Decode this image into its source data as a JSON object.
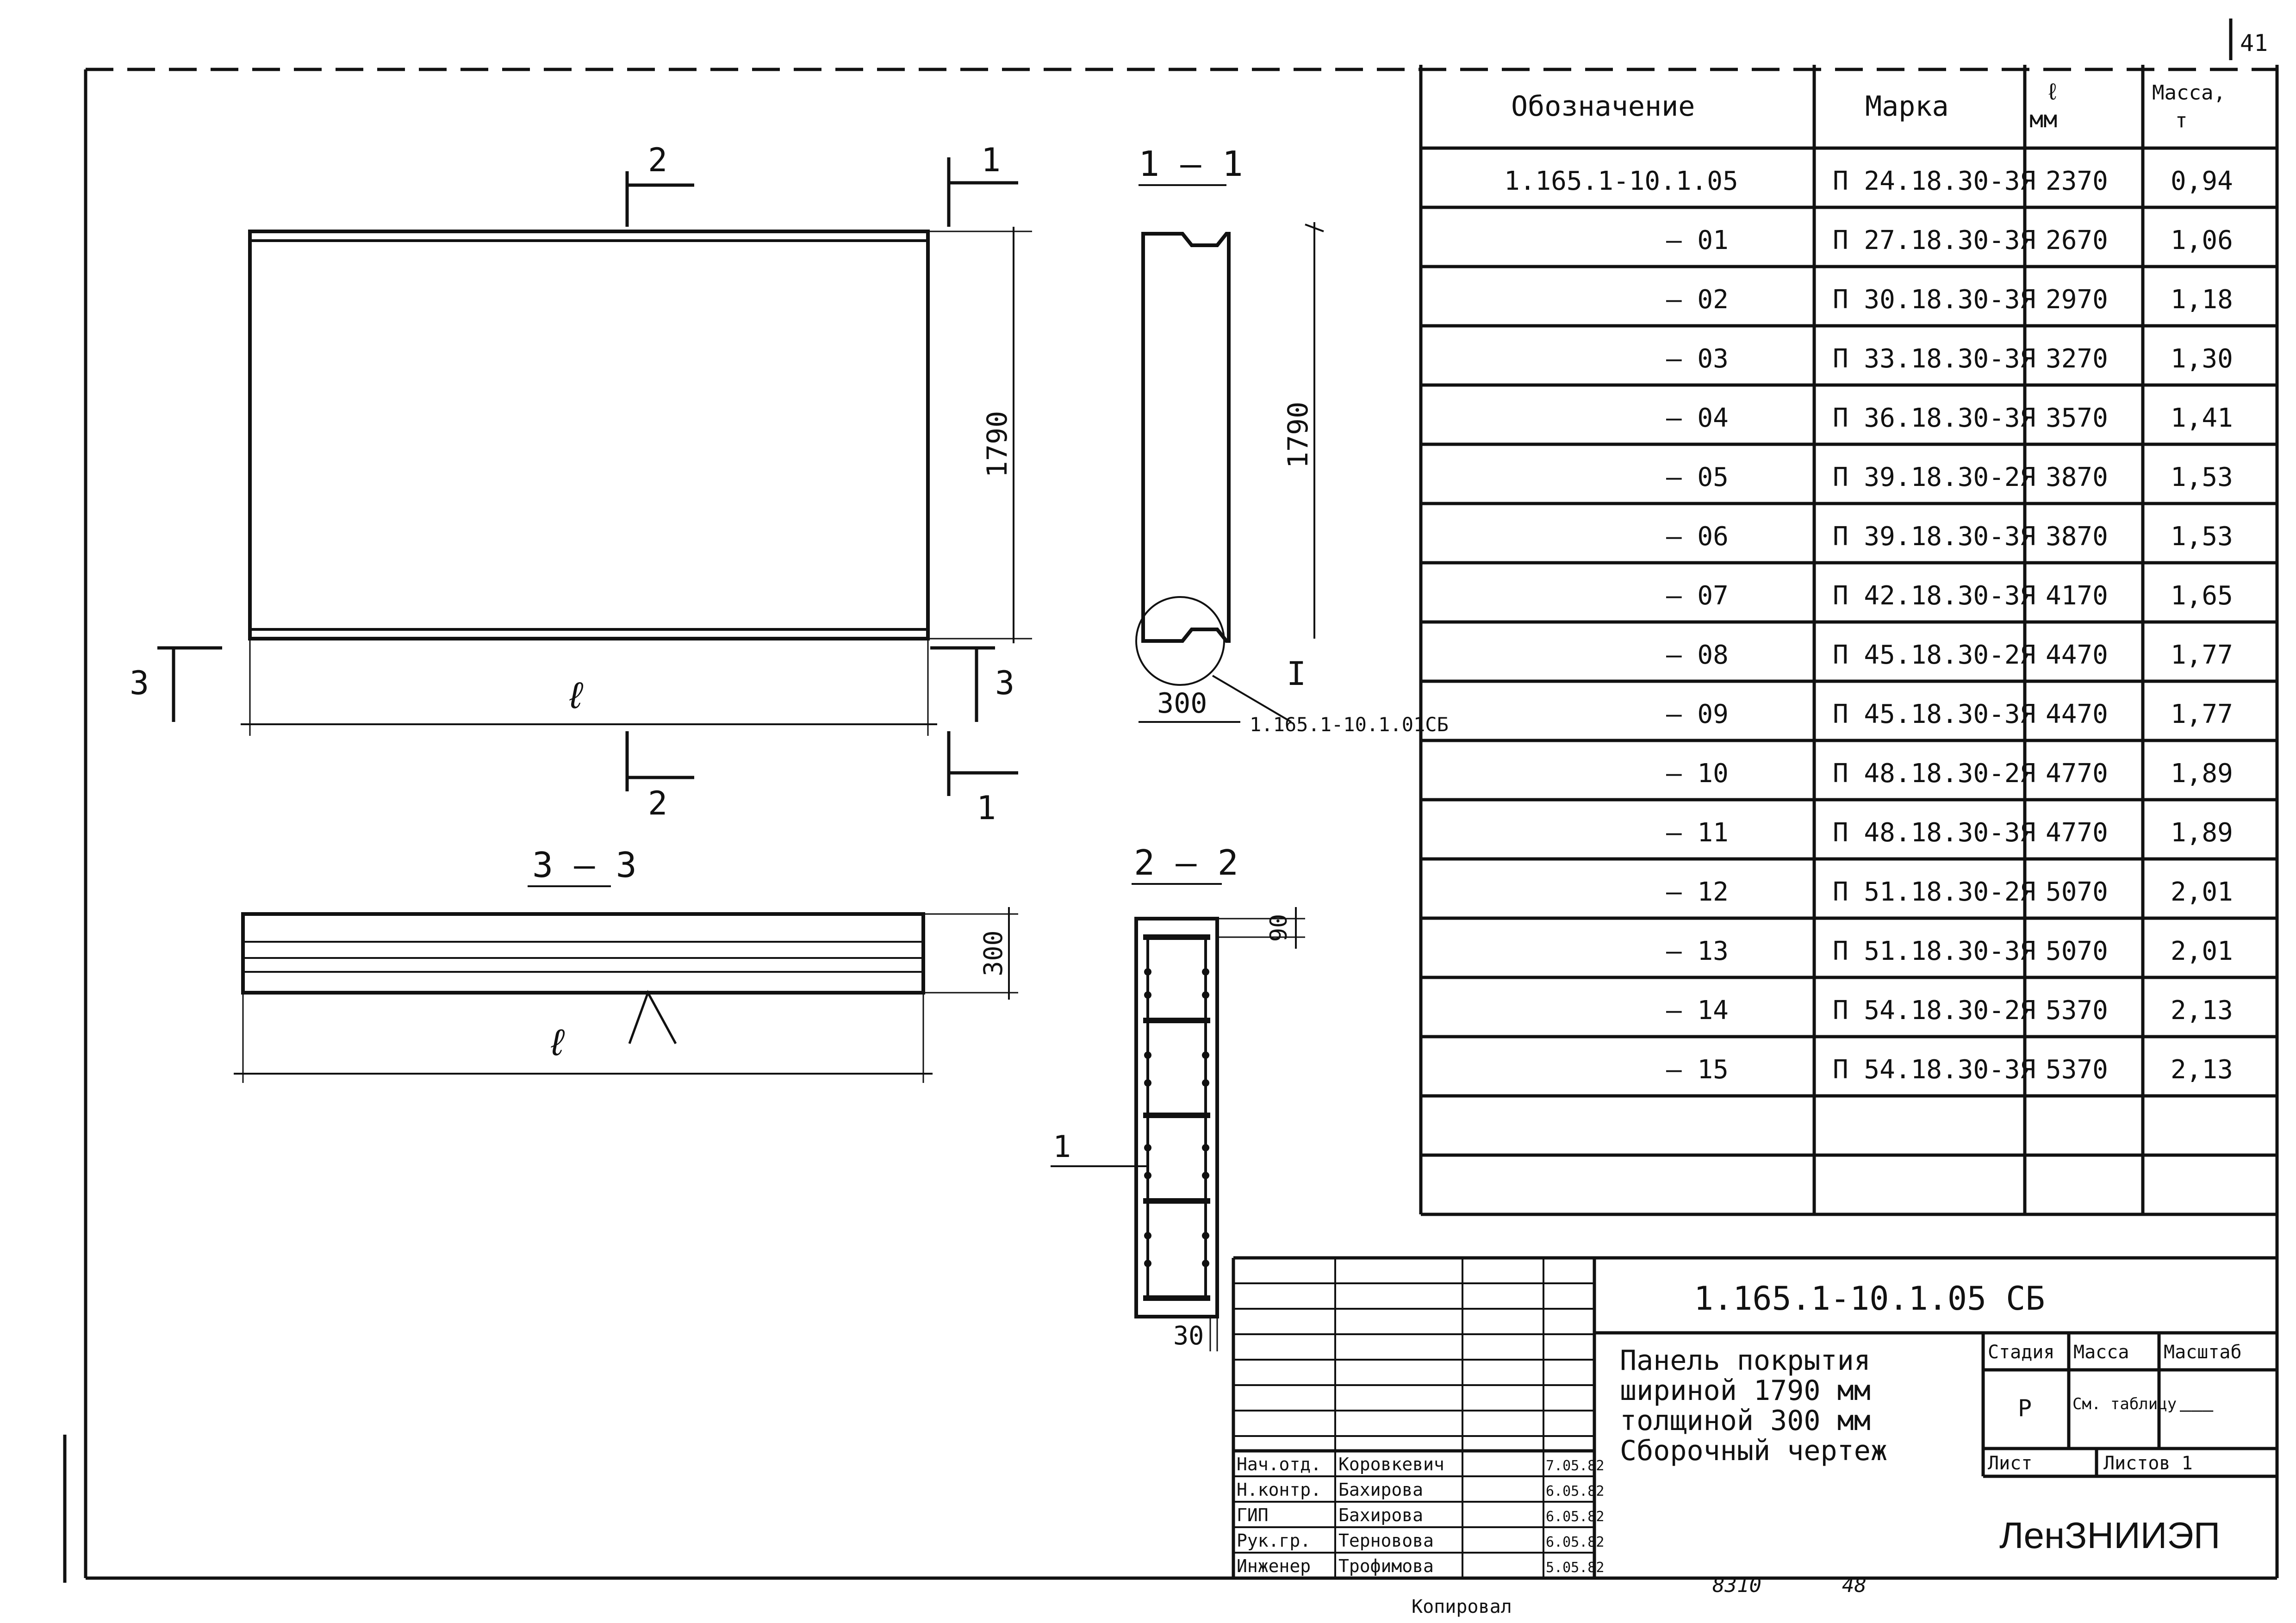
{
  "page_number": "41",
  "spec_table": {
    "headers": {
      "designation": "Обозначение",
      "mark": "Марка",
      "length": "ℓ\nмм",
      "mass": "Масса,\nт"
    },
    "rows": [
      {
        "designation": "1.165.1-10.1.05",
        "mark": "П 24.18.30-3Я",
        "length": "2370",
        "mass": "0,94"
      },
      {
        "designation": "— 01",
        "mark": "П 27.18.30-3Я",
        "length": "2670",
        "mass": "1,06"
      },
      {
        "designation": "— 02",
        "mark": "П 30.18.30-3Я",
        "length": "2970",
        "mass": "1,18"
      },
      {
        "designation": "— 03",
        "mark": "П 33.18.30-3Я",
        "length": "3270",
        "mass": "1,30"
      },
      {
        "designation": "— 04",
        "mark": "П 36.18.30-3Я",
        "length": "3570",
        "mass": "1,41"
      },
      {
        "designation": "— 05",
        "mark": "П 39.18.30-2Я",
        "length": "3870",
        "mass": "1,53"
      },
      {
        "designation": "— 06",
        "mark": "П 39.18.30-3Я",
        "length": "3870",
        "mass": "1,53"
      },
      {
        "designation": "— 07",
        "mark": "П 42.18.30-3Я",
        "length": "4170",
        "mass": "1,65"
      },
      {
        "designation": "— 08",
        "mark": "П 45.18.30-2Я",
        "length": "4470",
        "mass": "1,77"
      },
      {
        "designation": "— 09",
        "mark": "П 45.18.30-3Я",
        "length": "4470",
        "mass": "1,77"
      },
      {
        "designation": "— 10",
        "mark": "П 48.18.30-2Я",
        "length": "4770",
        "mass": "1,89"
      },
      {
        "designation": "— 11",
        "mark": "П 48.18.30-3Я",
        "length": "4770",
        "mass": "1,89"
      },
      {
        "designation": "— 12",
        "mark": "П 51.18.30-2Я",
        "length": "5070",
        "mass": "2,01"
      },
      {
        "designation": "— 13",
        "mark": "П 51.18.30-3Я",
        "length": "5070",
        "mass": "2,01"
      },
      {
        "designation": "— 14",
        "mark": "П 54.18.30-2Я",
        "length": "5370",
        "mass": "2,13"
      },
      {
        "designation": "— 15",
        "mark": "П 54.18.30-3Я",
        "length": "5370",
        "mass": "2,13"
      },
      {
        "designation": "",
        "mark": "",
        "length": "",
        "mass": ""
      },
      {
        "designation": "",
        "mark": "",
        "length": "",
        "mass": ""
      }
    ]
  },
  "drawing": {
    "plan": {
      "dim_height": "1790",
      "dim_length": "ℓ",
      "sec2_top": "2",
      "sec2_bottom": "2",
      "sec1_top": "1",
      "sec1_bottom": "1",
      "sec3_left": "3",
      "sec3_right": "3"
    },
    "section_1_1": {
      "title": "1 — 1",
      "dim_height": "1790",
      "dim_width": "300",
      "ref": "1.165.1-10.1.01СБ",
      "ref_mark": "I"
    },
    "section_3_3": {
      "title": "3 — 3",
      "dim_height": "300",
      "dim_length": "ℓ"
    },
    "section_2_2": {
      "title": "2 — 2",
      "dim_top": "90",
      "dim_bottom": "30",
      "callout": "1"
    }
  },
  "title_block": {
    "document_code": "1.165.1-10.1.05 СБ",
    "description_lines": [
      "Панель покрытия",
      "шириной 1790 мм",
      "толщиной 300 мм",
      "Сборочный чертеж"
    ],
    "stage_header": "Стадия",
    "mass_header": "Масса",
    "scale_header": "Масштаб",
    "stage_value": "Р",
    "mass_value": "См. таблицу",
    "scale_value": "———",
    "sheet_label": "Лист",
    "sheets_label": "Листов 1",
    "organization": "ЛенЗНИИЭП",
    "signatures": [
      {
        "role": "Нач.отд.",
        "name": "Коровкевич",
        "date": "7.05.82"
      },
      {
        "role": "Н.контр.",
        "name": "Бахирова",
        "date": "6.05.82"
      },
      {
        "role": "ГИП",
        "name": "Бахирова",
        "date": "6.05.82"
      },
      {
        "role": "Рук.гр.",
        "name": "Терновова",
        "date": "6.05.82"
      },
      {
        "role": "Инженер",
        "name": "Трофимова",
        "date": "5.05.82"
      }
    ]
  },
  "footer": {
    "copied_by": "Копировал",
    "code_left": "8310",
    "code_right": "48"
  }
}
